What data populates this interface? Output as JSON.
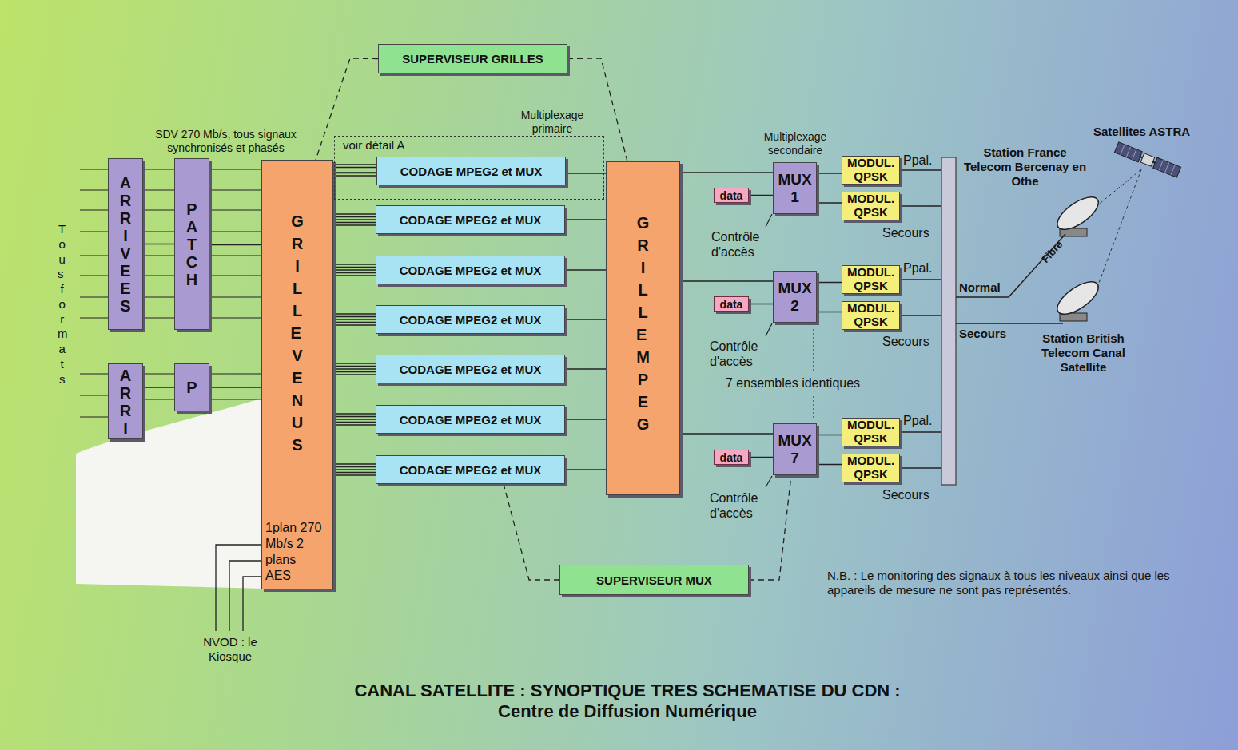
{
  "diagram": {
    "title": "CANAL SATELLITE : SYNOPTIQUE TRES SCHEMATISE DU CDN : Centre de Diffusion Numérique",
    "nodes": [
      {
        "text": [
          "SUPERVISEUR GRILLES"
        ]
      },
      {
        "text": [
          "ARRIVEES"
        ]
      },
      {
        "text": [
          "PATCH"
        ]
      },
      {
        "text": [
          "GRILLE VENUS",
          "1plan 270 Mb/s 2 plans AES"
        ]
      },
      {
        "text": [
          "ARRI"
        ]
      },
      {
        "text": [
          "P"
        ]
      },
      {
        "text": [
          "voir détail A"
        ]
      },
      {
        "text": [
          "CODAGE MPEG2 et MUX"
        ],
        "in": 6
      },
      {
        "text": [
          "CODAGE MPEG2 et MUX"
        ]
      },
      {
        "text": [
          "CODAGE MPEG2 et MUX"
        ]
      },
      {
        "text": [
          "CODAGE MPEG2 et MUX"
        ]
      },
      {
        "text": [
          "CODAGE MPEG2 et MUX"
        ]
      },
      {
        "text": [
          "CODAGE MPEG2 et MUX"
        ]
      },
      {
        "text": [
          "CODAGE MPEG2 et MUX"
        ]
      },
      {
        "text": [
          "GRILLE MPEG"
        ]
      },
      {
        "text": [
          "data"
        ]
      },
      {
        "text": [
          "MUX 1"
        ]
      },
      {
        "text": [
          "MODUL. QPSK"
        ]
      },
      {
        "text": [
          "MODUL. QPSK"
        ]
      },
      {
        "text": [
          "data"
        ]
      },
      {
        "text": [
          "MUX 2"
        ]
      },
      {
        "text": [
          "MODUL. QPSK"
        ]
      },
      {
        "text": [
          "MODUL. QPSK"
        ]
      },
      {
        "text": [
          "data"
        ]
      },
      {
        "text": [
          "MUX 7"
        ]
      },
      {
        "text": [
          "MODUL. QPSK"
        ]
      },
      {
        "text": [
          "MODUL. QPSK"
        ]
      },
      {
        "text": [
          "SUPERVISEUR MUX"
        ]
      }
    ],
    "edges": [
      {
        "from": 1,
        "to": 2,
        "arrow": "none"
      },
      {
        "from": 2,
        "to": 3,
        "arrow": "none"
      },
      {
        "from": 4,
        "to": 5,
        "arrow": "none"
      },
      {
        "from": 5,
        "to": 3,
        "arrow": "none"
      },
      {
        "from": 3,
        "to": 7,
        "arrow": "none"
      },
      {
        "from": 3,
        "to": 8,
        "arrow": "none"
      },
      {
        "from": 3,
        "to": 9,
        "arrow": "none"
      },
      {
        "from": 3,
        "to": 10,
        "arrow": "none"
      },
      {
        "from": 3,
        "to": 11,
        "arrow": "none"
      },
      {
        "from": 3,
        "to": 12,
        "arrow": "none"
      },
      {
        "from": 3,
        "to": 13,
        "arrow": "none"
      },
      {
        "from": 7,
        "to": 14,
        "arrow": "none"
      },
      {
        "from": 8,
        "to": 14,
        "arrow": "none"
      },
      {
        "from": 9,
        "to": 14,
        "arrow": "none"
      },
      {
        "from": 10,
        "to": 14,
        "arrow": "none"
      },
      {
        "from": 11,
        "to": 14,
        "arrow": "none"
      },
      {
        "from": 12,
        "to": 14,
        "arrow": "none"
      },
      {
        "from": 13,
        "to": 14,
        "arrow": "none"
      },
      {
        "from": 14,
        "to": 16,
        "arrow": "none"
      },
      {
        "from": 15,
        "to": 16,
        "arrow": "none"
      },
      {
        "from": 16,
        "to": 17,
        "arrow": "none"
      },
      {
        "from": 16,
        "to": 18,
        "arrow": "none"
      },
      {
        "from": 14,
        "to": 20,
        "arrow": "none"
      },
      {
        "from": 19,
        "to": 20,
        "arrow": "none"
      },
      {
        "from": 20,
        "to": 21,
        "arrow": "none"
      },
      {
        "from": 20,
        "to": 22,
        "arrow": "none"
      },
      {
        "from": 14,
        "to": 24,
        "arrow": "none"
      },
      {
        "from": 23,
        "to": 24,
        "arrow": "none"
      },
      {
        "from": 24,
        "to": 25,
        "arrow": "none"
      },
      {
        "from": 24,
        "to": 26,
        "arrow": "none"
      },
      {
        "from": 0,
        "to": 3,
        "arrow": "none"
      },
      {
        "from": 0,
        "to": 14,
        "arrow": "none"
      },
      {
        "from": 27,
        "to": 13,
        "arrow": "none"
      },
      {
        "from": 27,
        "to": 24,
        "arrow": "none"
      }
    ],
    "labels": [
      "SDV 270 Mb/s, tous signaux synchronisés et phasés",
      "Multiplexage primaire",
      "Tous formats",
      "Multiplexage secondaire",
      "Contrôle d'accès",
      "Ppal.",
      "Secours",
      "Contrôle d'accès",
      "Ppal.",
      "Secours",
      "7 ensembles identiques",
      "Contrôle d'accès",
      "Ppal.",
      "Secours",
      "Normal",
      "Secours",
      "Fibre",
      "Satellites ASTRA",
      "Station France Telecom Bercenay en Othe",
      "Station British Telecom Canal Satellite",
      "NVOD : le Kiosque",
      "N.B. : Le monitoring des signaux à tous les niveaux ainsi que les appareils de mesure ne sont pas représentés."
    ]
  }
}
